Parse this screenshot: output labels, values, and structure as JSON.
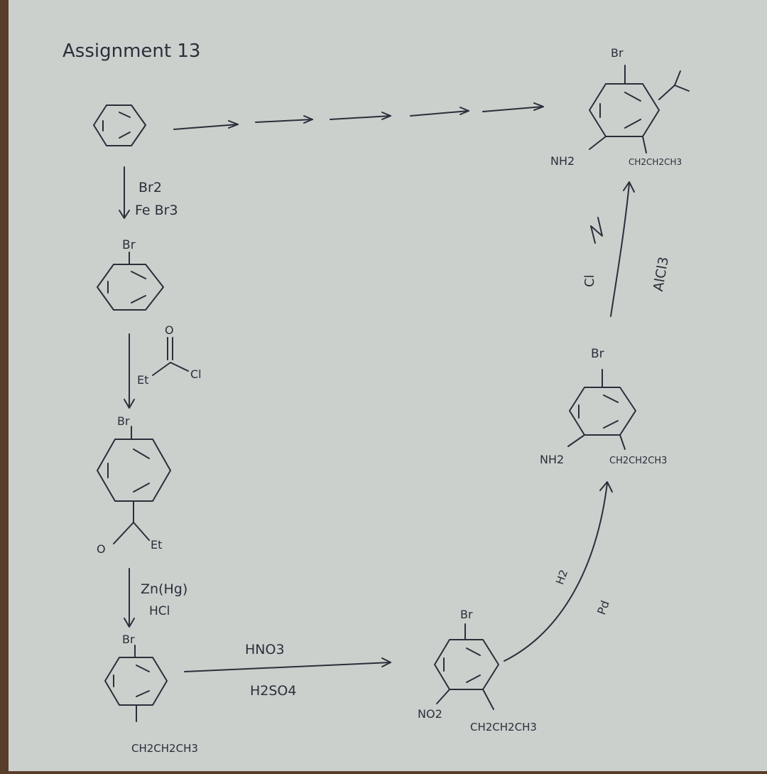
{
  "title": "Assignment 13",
  "molecules": {
    "benzene": {},
    "bromobenzene": {
      "substituent": "Br"
    },
    "ketone": {
      "top": "Br",
      "bottom": "Et"
    },
    "propylbromobenzene": {
      "top": "Br",
      "bottom": "CH2CH2CH3"
    },
    "nitro": {
      "top": "Br",
      "left": "NO2",
      "bottom": "CH2CH2CH3"
    },
    "amine": {
      "top": "Br",
      "left": "NH2",
      "right": "CH2CH2CH3"
    },
    "target": {
      "top": "Br",
      "left": "NH2",
      "bottom": "CH2CH2CH3"
    }
  },
  "reagents": {
    "step1": {
      "line1": "Br2",
      "line2": "Fe Br3"
    },
    "step2": {
      "left": "Et",
      "right": "Cl",
      "top": "O"
    },
    "step3": {
      "line1": "Zn(Hg)",
      "line2": "HCl"
    },
    "step4": {
      "above": "HNO3",
      "below": "H2SO4"
    },
    "step5": {
      "a": "H2",
      "b": "Pd"
    },
    "step6": {
      "a": "Cl",
      "b": "AlCl3"
    }
  }
}
